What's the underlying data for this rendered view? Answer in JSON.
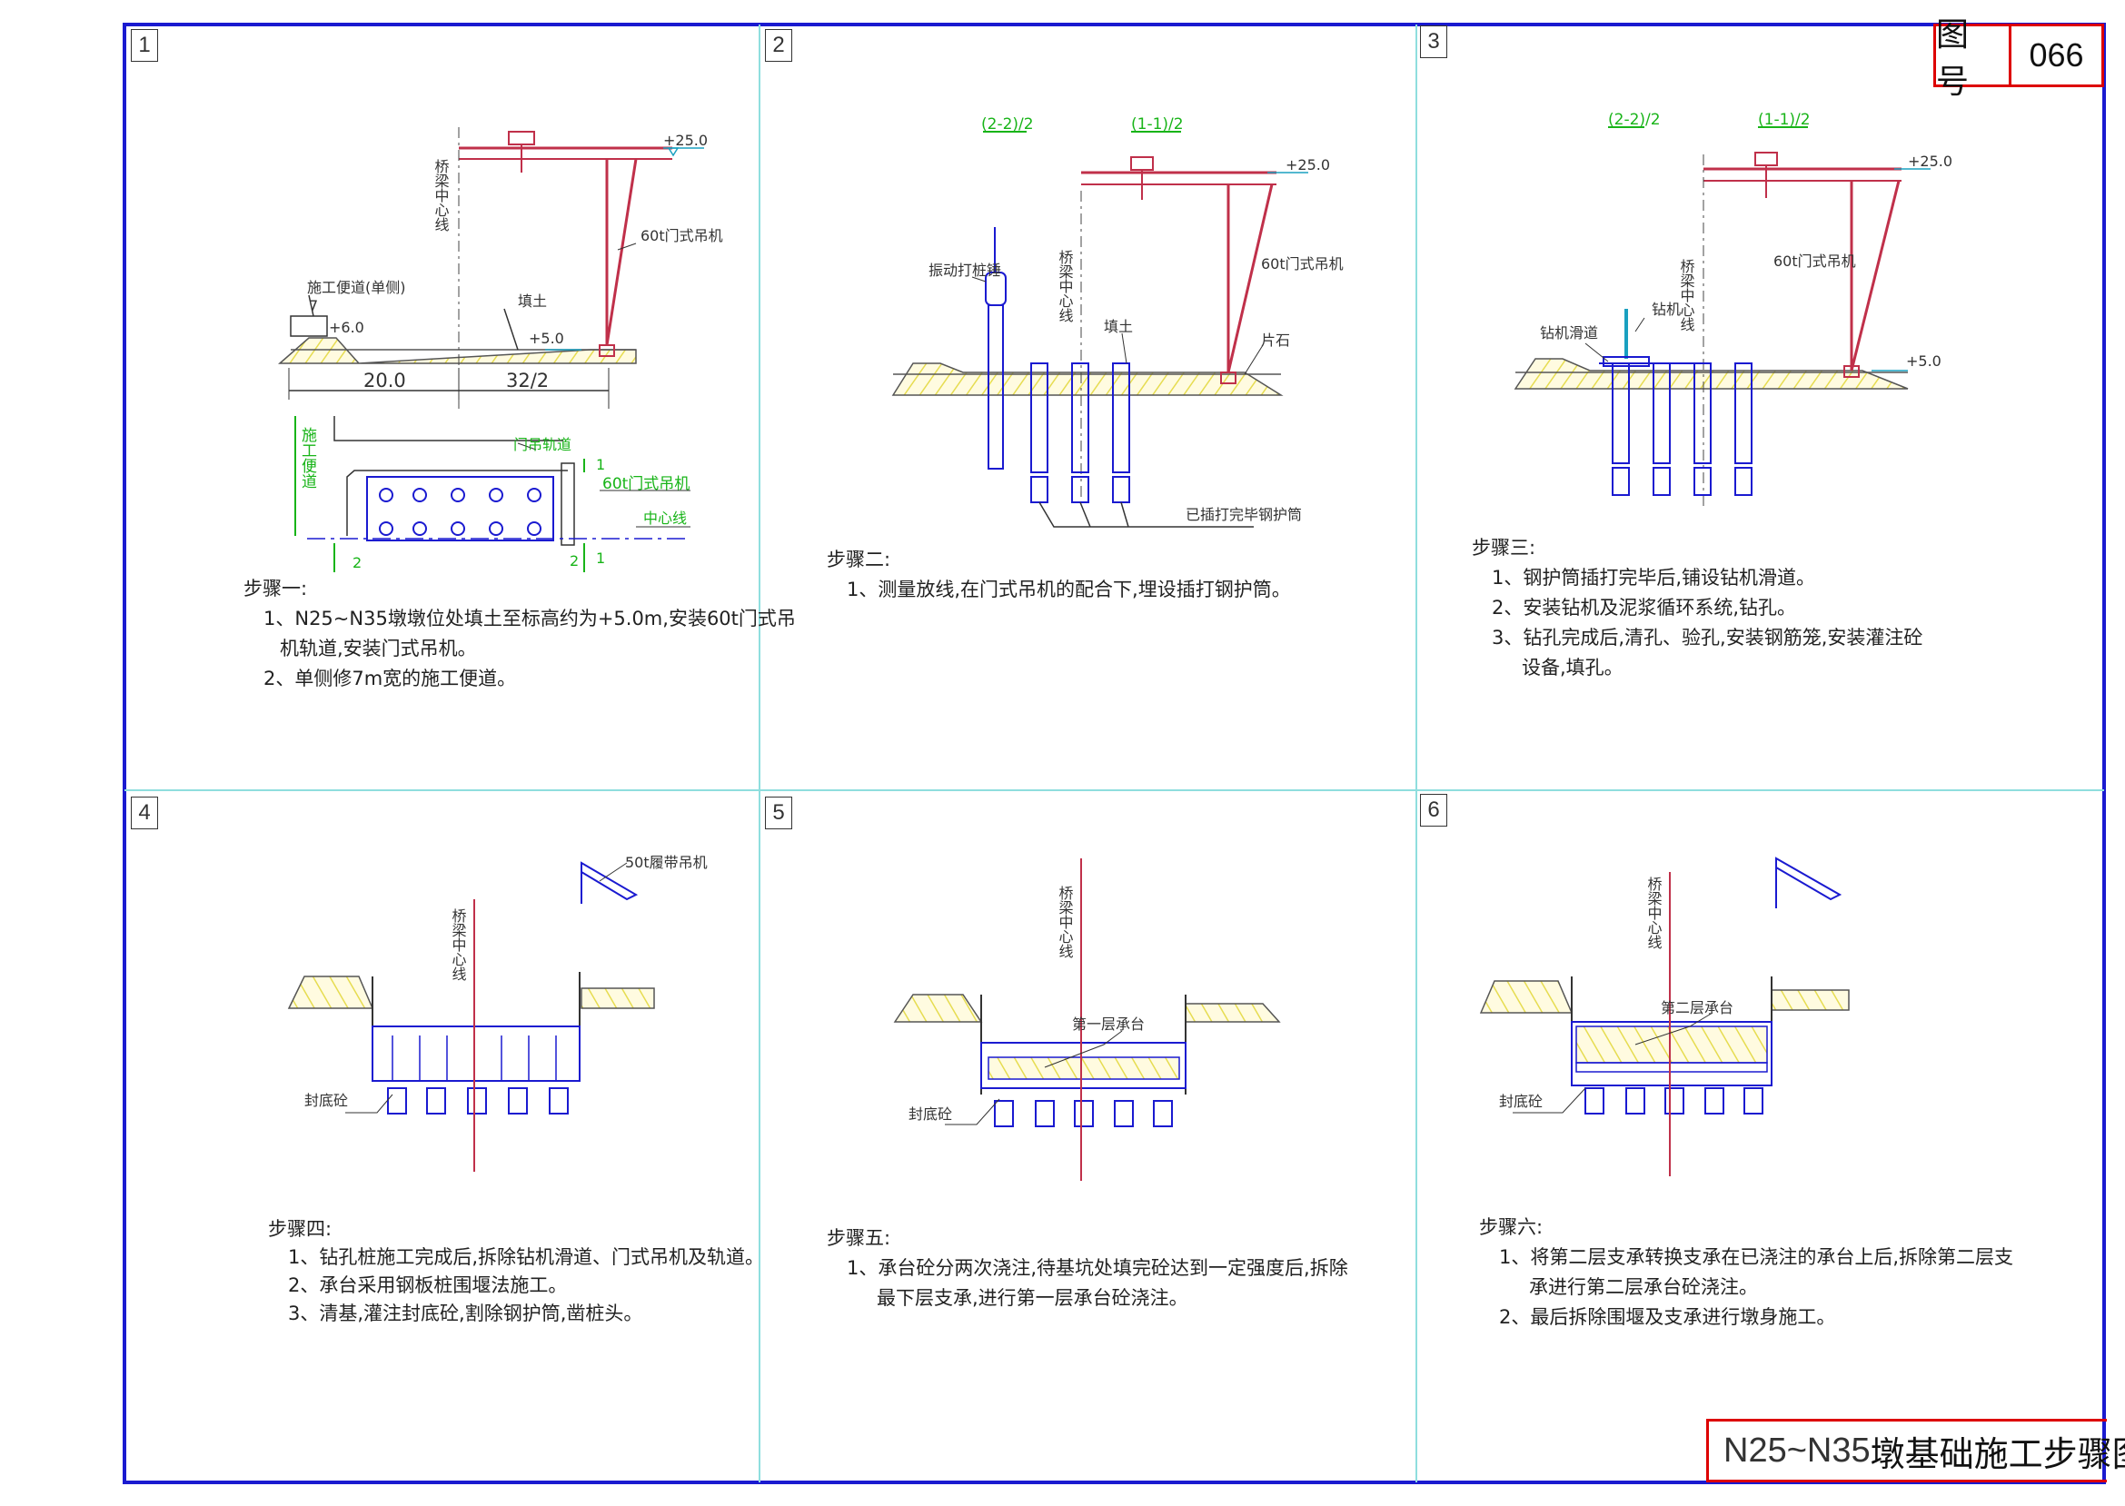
{
  "sheet": {
    "fig_label": "图 号",
    "fig_number": "066",
    "title_code": "N25~N35",
    "title_text": "墩基础施工步骤图"
  },
  "panels": [
    {
      "num": "1"
    },
    {
      "num": "2"
    },
    {
      "num": "3"
    },
    {
      "num": "4"
    },
    {
      "num": "5"
    },
    {
      "num": "6"
    }
  ],
  "p1": {
    "elev_top": "+25.0",
    "centerline": "桥梁中心线",
    "crane": "60t门式吊机",
    "road_note": "施工便道(单侧)",
    "road_w": "7",
    "elev_road": "+6.0",
    "fill": "填土",
    "elev_fill": "+5.0",
    "dim_a": "20.0",
    "dim_b": "32/2",
    "plan_road": "施工便道",
    "plan_track": "门吊轨道",
    "plan_crane": "60t门式吊机",
    "plan_center": "中心线",
    "sec_1": "1",
    "sec_2": "2",
    "sec_2b": "2",
    "sec_1b": "1",
    "title": "步骤一:",
    "l1a": "1、N25~N35墩墩位处填土至标高约为+5.0m,安装60t门式吊",
    "l1b": "机轨道,安装门式吊机。",
    "l2": "2、单侧修7m宽的施工便道。"
  },
  "p2": {
    "sec_a": "(2-2)/2",
    "sec_b": "(1-1)/2",
    "elev_top": "+25.0",
    "hammer": "振动打桩锤",
    "centerline": "桥梁中心线",
    "fill": "填土",
    "crane": "60t门式吊机",
    "slab": "片石",
    "casing": "已插打完毕钢护筒",
    "title": "步骤二:",
    "l1": "1、测量放线,在门式吊机的配合下,埋设插打钢护筒。"
  },
  "p3": {
    "sec_a": "(2-2)/2",
    "sec_b": "(1-1)/2",
    "elev_top": "+25.0",
    "centerline": "桥梁中心线",
    "crane": "60t门式吊机",
    "rig": "钻机",
    "rail": "钻机滑道",
    "elev_fill": "+5.0",
    "title": "步骤三:",
    "l1": "1、钢护筒插打完毕后,铺设钻机滑道。",
    "l2": "2、安装钻机及泥浆循环系统,钻孔。",
    "l3a": "3、钻孔完成后,清孔、验孔,安装钢筋笼,安装灌注砼",
    "l3b": "设备,填孔。"
  },
  "p4": {
    "crane": "50t履带吊机",
    "centerline": "桥梁中心线",
    "seal": "封底砼",
    "title": "步骤四:",
    "l1": "1、钻孔桩施工完成后,拆除钻机滑道、门式吊机及轨道。",
    "l2": "2、承台采用钢板桩围堰法施工。",
    "l3": "3、清基,灌注封底砼,割除钢护筒,凿桩头。"
  },
  "p5": {
    "centerline": "桥梁中心线",
    "cap": "第一层承台",
    "seal": "封底砼",
    "title": "步骤五:",
    "l1a": "1、承台砼分两次浇注,待基坑处填完砼达到一定强度后,拆除",
    "l1b": "最下层支承,进行第一层承台砼浇注。"
  },
  "p6": {
    "centerline": "桥梁中心线",
    "cap": "第二层承台",
    "seal": "封底砼",
    "title": "步骤六:",
    "l1a": "1、将第二层支承转换支承在已浇注的承台上后,拆除第二层支",
    "l1b": "承进行第二层承台砼浇注。",
    "l2": "2、最后拆除围堰及支承进行墩身施工。"
  },
  "colors": {
    "frame": "#1a1ad0",
    "grid": "#8fdede",
    "crane": "#c0304a",
    "structure": "#1a1ad0",
    "centerline": "#c0304a",
    "hatch": "#e8e060",
    "label_green": "#18b418",
    "dim": "#333333"
  }
}
